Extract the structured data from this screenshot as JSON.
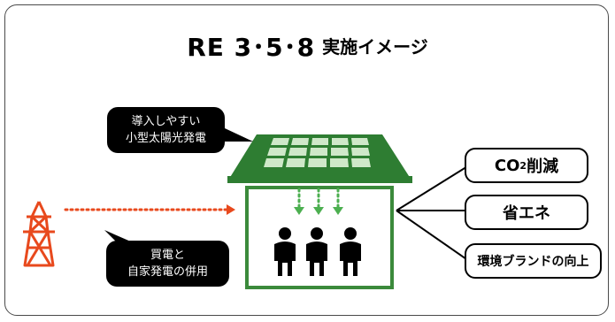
{
  "title": {
    "main": "RE 3･5･8",
    "sub": "実施イメージ"
  },
  "bubble_solar": {
    "line1": "導入しやすい",
    "line2": "小型太陽光発電"
  },
  "bubble_grid": {
    "line1": "買電と",
    "line2": "自家発電の併用"
  },
  "results": {
    "co2_prefix": "CO",
    "co2_sub": "2",
    "co2_suffix": "削減",
    "energy_saving": "省エネ",
    "brand": "環境ブランドの向上"
  },
  "colors": {
    "roof_green": "#2e7d32",
    "house_outline": "#3b8a3b",
    "arrow_green": "#4caf50",
    "tower_orange": "#e8491d",
    "dotted_line": "#e8491d"
  },
  "icons": [
    "transmission-tower-icon",
    "solar-panel-icon",
    "person-icon"
  ]
}
